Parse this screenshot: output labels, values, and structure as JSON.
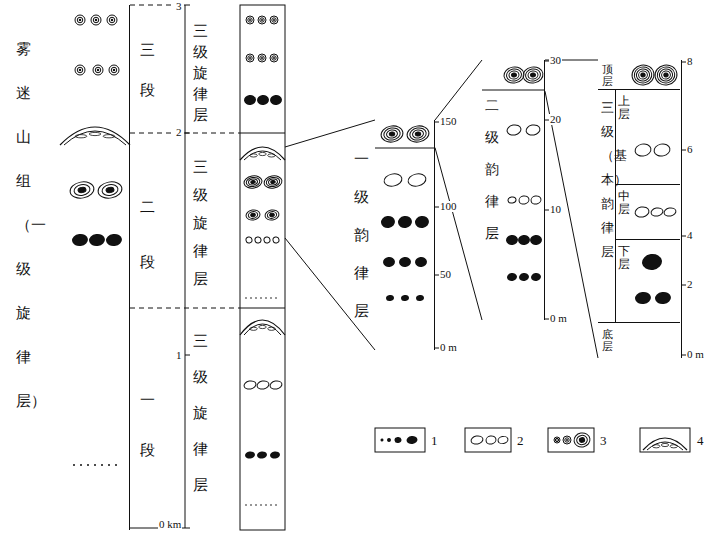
{
  "diagram": {
    "nodes": [
      {
        "text": [
          "雾迷山组（一级旋律层）"
        ]
      },
      {
        "text": [
          "三级旋律层"
        ]
      },
      {
        "text": [
          "三级旋律层"
        ]
      },
      {
        "text": [
          "三级旋律层"
        ]
      },
      {
        "text": [
          "一级韵律层"
        ]
      },
      {
        "text": [
          "二级韵律层"
        ]
      },
      {
        "text": [
          "三级（基本）韵律层"
        ]
      },
      {
        "text": [
          "顶层"
        ],
        "in": 6
      },
      {
        "text": [
          "上层"
        ],
        "in": 6
      },
      {
        "text": [
          "中层"
        ],
        "in": 6
      },
      {
        "text": [
          "下层"
        ],
        "in": 6
      },
      {
        "text": [
          "底层"
        ],
        "in": 6
      }
    ],
    "edges": [
      {
        "from": 2,
        "to": 4,
        "arrow": "none"
      },
      {
        "from": 2,
        "to": 4,
        "arrow": "none"
      },
      {
        "from": 4,
        "to": 5,
        "arrow": "none"
      },
      {
        "from": 4,
        "to": 5,
        "arrow": "none"
      },
      {
        "from": 5,
        "to": 6,
        "arrow": "none"
      },
      {
        "from": 5,
        "to": 6,
        "arrow": "none"
      }
    ],
    "labels": [
      "3",
      "三段",
      "2",
      "二段",
      "1",
      "一段",
      "0 km",
      "150",
      "100",
      "50",
      "0 m",
      "30",
      "20",
      "10",
      "0 m",
      "8",
      "6",
      "4",
      "2",
      "0 m"
    ],
    "legend": [
      {
        "text": "1"
      },
      {
        "text": "2"
      },
      {
        "text": "3"
      },
      {
        "text": "4"
      }
    ]
  }
}
